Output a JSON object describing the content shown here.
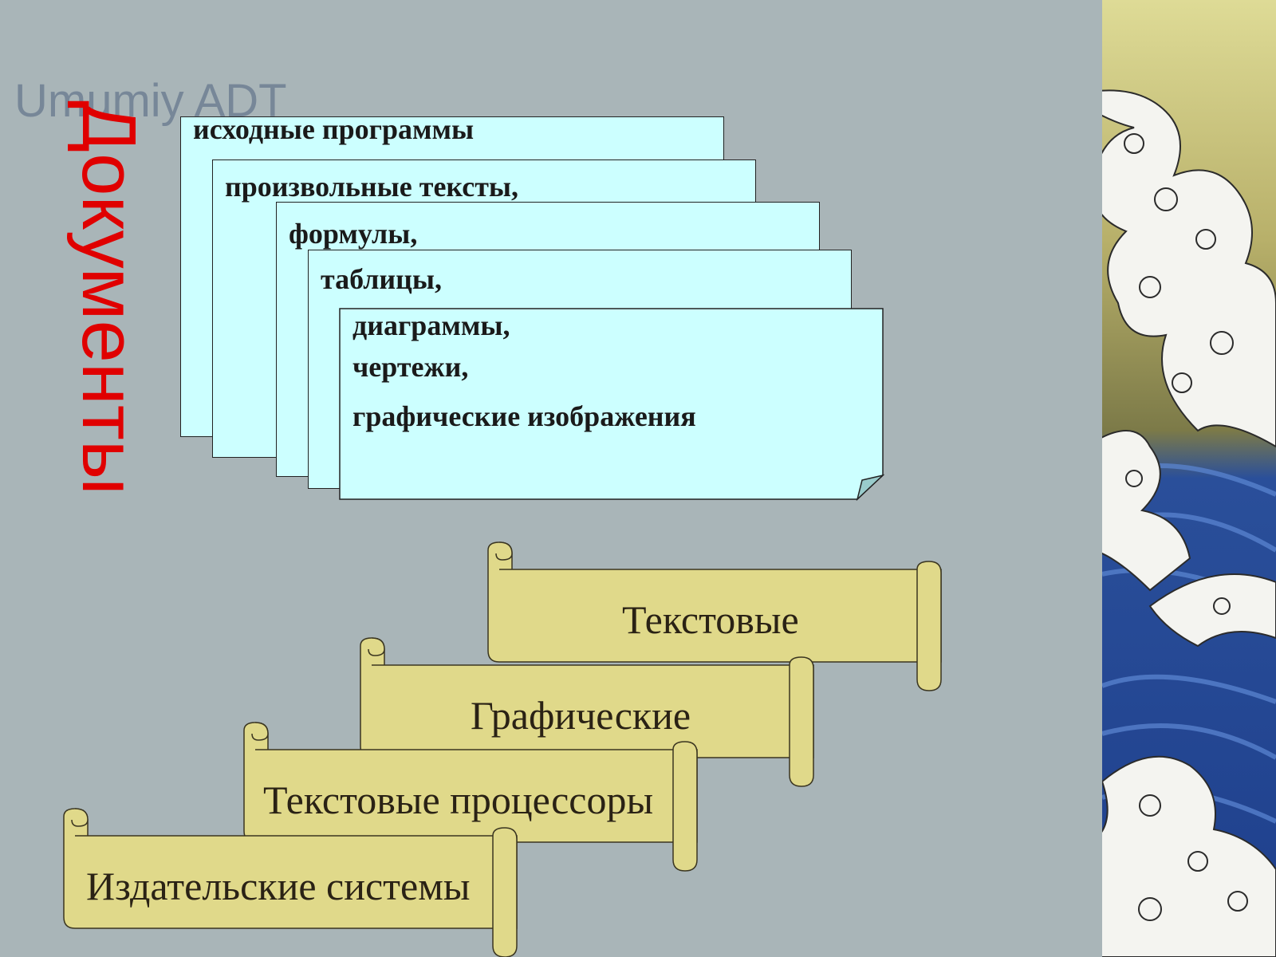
{
  "slide": {
    "ghost_title": "Umumiy ADT",
    "vertical_title": "Документы"
  },
  "document_stack": [
    "исходные программы",
    "произвольные тексты,",
    "формулы,",
    "таблицы,",
    "диаграммы,",
    "чертежи,",
    "графические изображения"
  ],
  "banners": [
    "Текстовые",
    "Графические",
    "Текстовые процессоры",
    "Издательские системы"
  ],
  "colors": {
    "background": "#a9b5b8",
    "card_fill": "#ccffff",
    "banner_fill": "#e0d98a",
    "title_red": "#e00000",
    "wave_blue": "#1f4fa8"
  }
}
